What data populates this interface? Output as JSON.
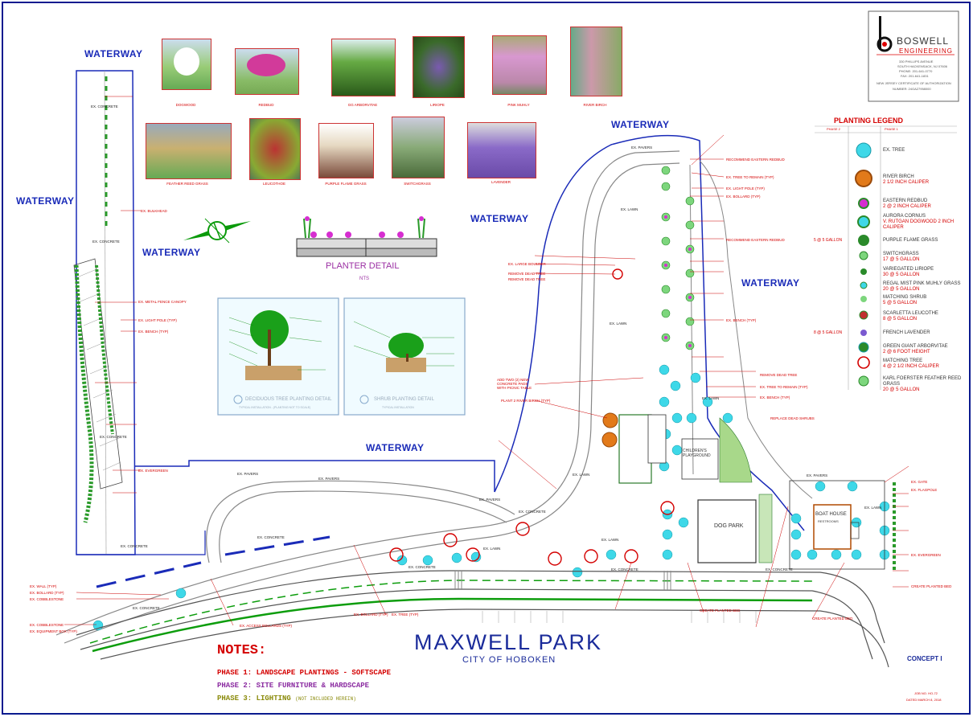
{
  "title_block": {
    "firm_line1": "BOSWELL",
    "firm_line2": "ENGINEERING",
    "address1": "330 PHILLIPS AVENUE",
    "address2": "SOUTH HACKENSACK, NJ 07606",
    "phone": "PHONE: 201-641-0770",
    "fax": "FAX: 201-641-1831",
    "cert1": "NEW JERSEY CERTIFICATE OF AUTHORIZATION",
    "cert2": "NUMBER: 24GA27958000"
  },
  "waterway_label": "WATERWAY",
  "photos": [
    {
      "caption": "DOGWOOD"
    },
    {
      "caption": "REDBUD"
    },
    {
      "caption": "GG ARBORVITAE"
    },
    {
      "caption": "LIRIOPE"
    },
    {
      "caption": "PINK MUHLY"
    },
    {
      "caption": "RIVER BIRCH"
    },
    {
      "caption": "FEATHER REED GRASS"
    },
    {
      "caption": "LEUCOTHOE"
    },
    {
      "caption": "PURPLE FLAME GRASS"
    },
    {
      "caption": "SWITCHGRASS"
    },
    {
      "caption": "LAVENDER"
    }
  ],
  "planter": {
    "title": "PLANTER DETAIL",
    "scale": "NTS"
  },
  "details": [
    {
      "title": "DECIDUOUS TREE PLANTING DETAIL",
      "sub": "TYPICAL INSTALLATION - (PLANTING NOT TO SCALE)"
    },
    {
      "title": "SHRUB PLANTING DETAIL",
      "sub": "TYPICAL INSTALLATION"
    }
  ],
  "legend": {
    "title": "PLANTING LEGEND",
    "col1": "PHASE 2",
    "col2": "PHASE 1",
    "items": [
      {
        "name": "EX. TREE",
        "spec": ""
      },
      {
        "name": "RIVER BIRCH",
        "spec": "2 1/2 INCH CALIPER"
      },
      {
        "name": "EASTERN REDBUD",
        "spec": "2 @ 2 INCH CALIPER"
      },
      {
        "name": "AURORA CORNUS",
        "spec": "V. RUTGAN DOGWOOD 2 INCH CALIPER"
      },
      {
        "name": "PURPLE FLAME GRASS",
        "spec": "5 @ 5 GALLON"
      },
      {
        "name": "SWITCHGRASS",
        "spec": "17 @ 5 GALLON"
      },
      {
        "name": "VARIEGATED LIRIOPE",
        "spec": "30 @ 5 GALLON"
      },
      {
        "name": "REGAL MIST PINK MUHLY GRASS",
        "spec": "20 @ 5 GALLON"
      },
      {
        "name": "MATCHING SHRUB",
        "spec": "5 @ 5 GALLON"
      },
      {
        "name": "SCARLETTA LEUCOTHE",
        "spec": "8 @ 5 GALLON"
      },
      {
        "name": "FRENCH LAVENDER",
        "spec": ""
      },
      {
        "name": "GREEN GIANT ARBORVITAE",
        "spec": "2 @ 6 FOOT HEIGHT"
      },
      {
        "name": "MATCHING TREE",
        "spec": "4 @ 2 1/2 INCH CALIPER"
      },
      {
        "name": "KARL FOERSTER FEATHER REED GRASS",
        "spec": "20 @ 5 GALLON"
      }
    ],
    "phase2_a": "5 @ 5 GALLON",
    "phase2_b": "8 @ 5 GALLON"
  },
  "park": {
    "name": "MAXWELL PARK",
    "city": "CITY OF HOBOKEN"
  },
  "notes": {
    "title": "NOTES:",
    "phase1": "PHASE 1: LANDSCAPE PLANTINGS - SOFTSCAPE",
    "phase2": "PHASE 2: SITE FURNITURE & HARDSCAPE",
    "phase3": "PHASE 3: LIGHTING",
    "phase3_note": "(NOT INCLUDED HEREIN)"
  },
  "concept": {
    "label": "CONCEPT I"
  },
  "job": {
    "no": "JOB NO. HO-72",
    "date": "DATED MARCH 8, 2018"
  },
  "map_labels": {
    "ex_concrete": "EX. CONCRETE",
    "ex_lawn": "EX. LAWN",
    "ex_pavers": "EX. PAVERS",
    "dog_park": "DOG PARK",
    "boat_house": "BOAT HOUSE",
    "restrooms": "RESTROOMS",
    "childrens": "CHILDREN'S PLAYGROUND",
    "ex_fence": "EX. METAL FENCE CANOPY",
    "light_pole": "EX. LIGHT POLE (TYP)",
    "bench": "EX. BENCH (TYP)",
    "bulkhead": "EX. BULKHEAD",
    "wall": "EX. WALL (TYP)",
    "bollard": "EX. BOLLARD (TYP)",
    "cobblestone": "EX. COBBLESTONE",
    "equipment": "EX. EQUIPMENT BOX (TYP)",
    "access_bollards": "EX. ACCESS BOLLARDS (TYP)",
    "ex_tree": "EX. TREE (TYP)",
    "ex_gate": "EX. GATE",
    "flagpole": "EX. FLAGPOLE",
    "evergreen": "EX. EVERGREEN",
    "remove_dead": "REMOVE DEAD TREE",
    "tree_remain": "EX. TREE TO REMAIN (TYP)",
    "create_planted": "CREATE PLANTED BED",
    "river_birch": "PLANT 2 RIVER BIRCH (TYP)",
    "picnic": "ADD TWO (2) NEW CONCRETE PADS WITH PICNIC TABLE",
    "large_boulder": "EX. LARGE BOULDER",
    "redbud": "RECOMMEND EASTERN REDBUD",
    "replace_dead": "REPLACE DEAD SHRUBS"
  }
}
